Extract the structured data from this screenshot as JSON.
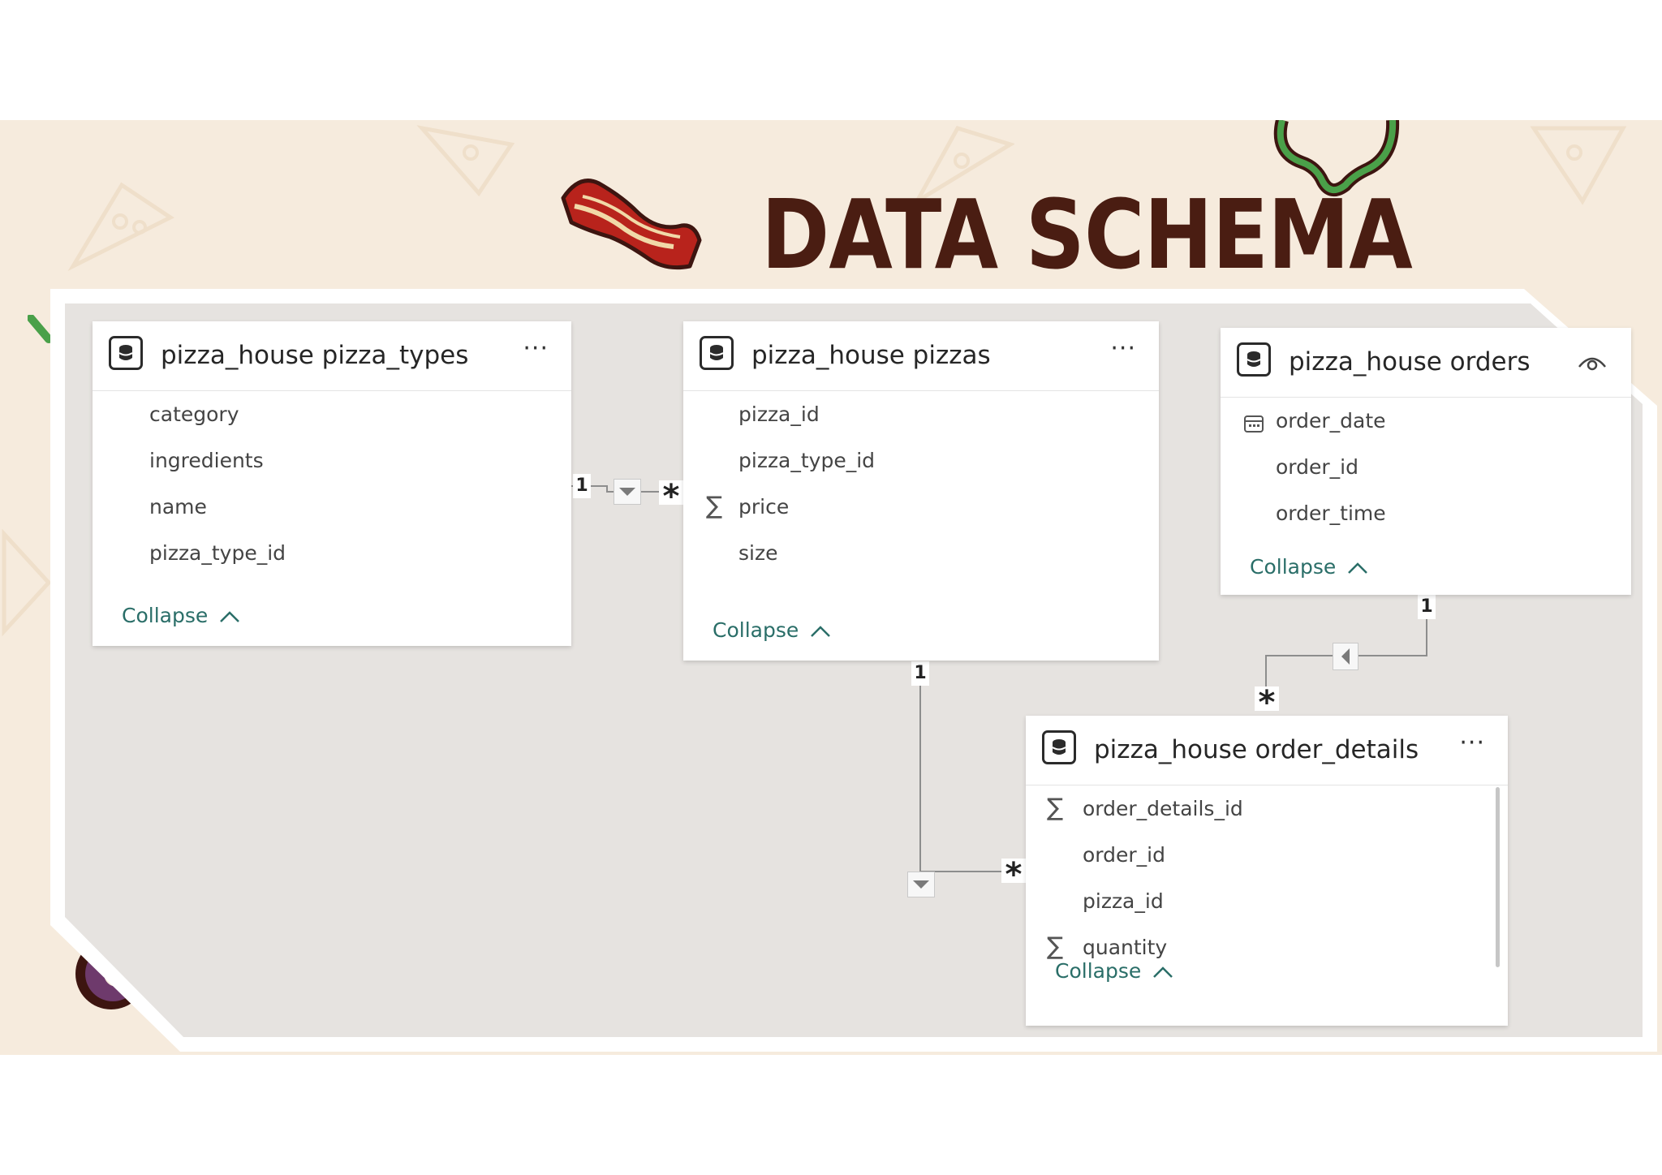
{
  "title": "DATA SCHEMA",
  "colors": {
    "slide_background": "#f6ebdd",
    "title": "#4a1d12",
    "canvas": "#e6e3e0",
    "collapse_link": "#2a6e68",
    "bacon_red": "#b8231c",
    "pepper_green": "#4aa049"
  },
  "tables": [
    {
      "name": "pizza_house pizza_types",
      "header_icon": "database-icon",
      "action_icon": "more-options-icon",
      "fields": [
        {
          "name": "category",
          "icon": ""
        },
        {
          "name": "ingredients",
          "icon": ""
        },
        {
          "name": "name",
          "icon": ""
        },
        {
          "name": "pizza_type_id",
          "icon": ""
        }
      ],
      "collapse_label": "Collapse"
    },
    {
      "name": "pizza_house pizzas",
      "header_icon": "database-icon",
      "action_icon": "more-options-icon",
      "fields": [
        {
          "name": "pizza_id",
          "icon": ""
        },
        {
          "name": "pizza_type_id",
          "icon": ""
        },
        {
          "name": "price",
          "icon": "sigma-icon"
        },
        {
          "name": "size",
          "icon": ""
        }
      ],
      "collapse_label": "Collapse"
    },
    {
      "name": "pizza_house orders",
      "header_icon": "database-icon",
      "action_icon": "eye-icon",
      "fields": [
        {
          "name": "order_date",
          "icon": "calendar-icon"
        },
        {
          "name": "order_id",
          "icon": ""
        },
        {
          "name": "order_time",
          "icon": ""
        }
      ],
      "collapse_label": "Collapse"
    },
    {
      "name": "pizza_house order_details",
      "header_icon": "database-icon",
      "action_icon": "more-options-icon",
      "fields": [
        {
          "name": "order_details_id",
          "icon": "sigma-icon"
        },
        {
          "name": "order_id",
          "icon": ""
        },
        {
          "name": "pizza_id",
          "icon": ""
        },
        {
          "name": "quantity",
          "icon": "sigma-icon"
        }
      ],
      "collapse_label": "Collapse"
    }
  ],
  "relationships": [
    {
      "from": "pizza_house pizza_types",
      "to": "pizza_house pizzas",
      "from_cardinality": "1",
      "to_cardinality": "*"
    },
    {
      "from": "pizza_house pizzas",
      "to": "pizza_house order_details",
      "from_cardinality": "1",
      "to_cardinality": "*"
    },
    {
      "from": "pizza_house orders",
      "to": "pizza_house order_details",
      "from_cardinality": "1",
      "to_cardinality": "*"
    }
  ]
}
